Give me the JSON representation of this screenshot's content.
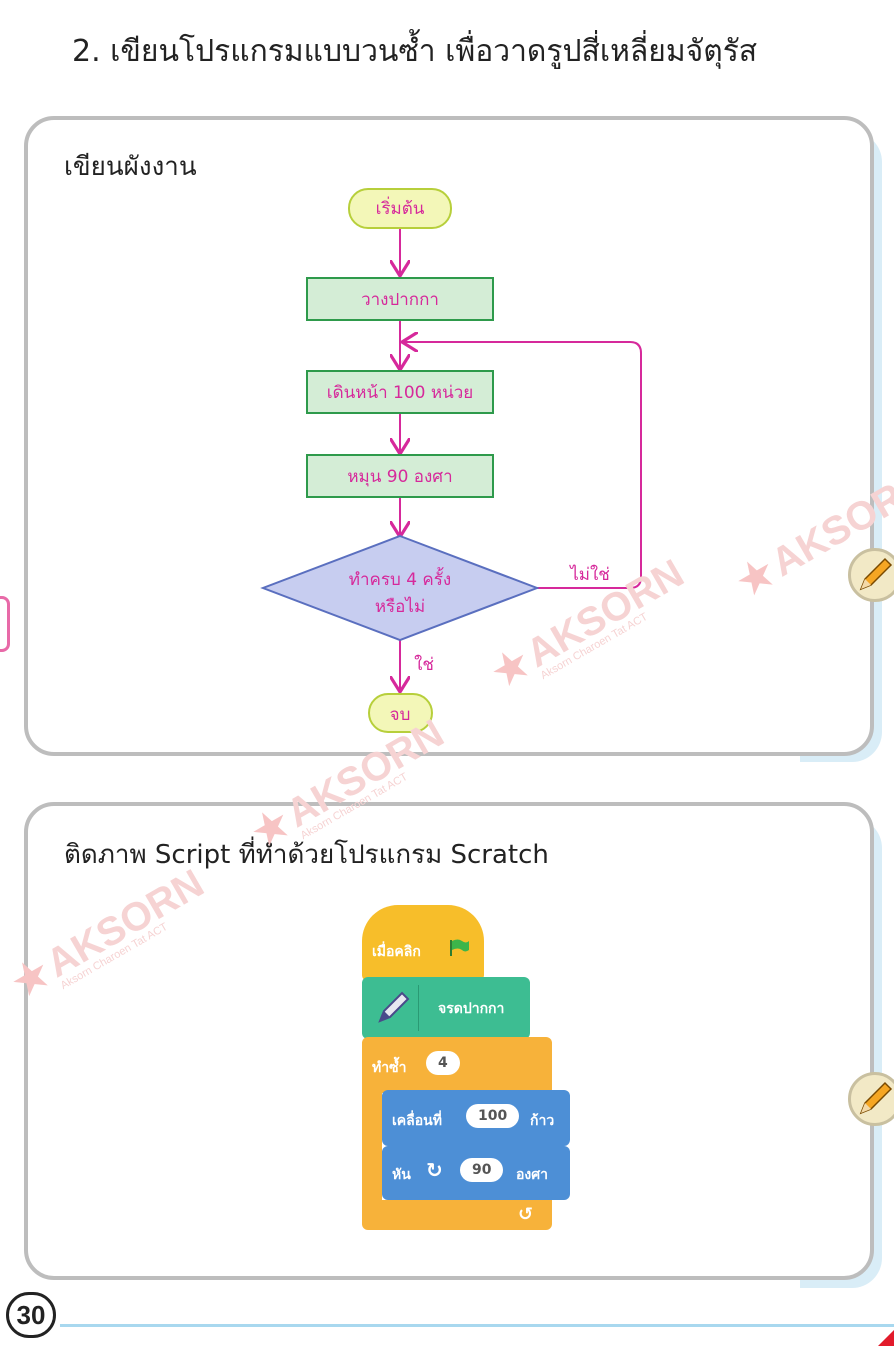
{
  "heading": "2.  เขียนโปรแกรมแบบวนซ้ำ เพื่อวาดรูปสี่เหลี่ยมจัตุรัส",
  "flowchart_panel": {
    "title": "เขียนผังงาน",
    "start": "เริ่มต้น",
    "step1": "วางปากกา",
    "step2": "เดินหน้า 100 หน่วย",
    "step3": "หมุน 90 องศา",
    "decision_line1": "ทำครบ 4 ครั้ง",
    "decision_line2": "หรือไม่",
    "no_label": "ไม่ใช่",
    "yes_label": "ใช่",
    "end": "จบ"
  },
  "scratch_panel": {
    "title": "ติดภาพ Script ที่ทำด้วยโปรแกรม Scratch",
    "when_clicked": "เมื่อคลิก",
    "pen_down": "จรดปากกา",
    "repeat": "ทำซ้ำ",
    "repeat_count": "4",
    "move": "เคลื่อนที่",
    "move_steps": "100",
    "move_unit": "ก้าว",
    "turn": "หัน",
    "turn_degrees": "90",
    "turn_unit": "องศา"
  },
  "watermark": {
    "brand": "AKSORN",
    "sub": "Aksorn Charoen Tat ACT"
  },
  "page_number": "30",
  "colors": {
    "flow_line": "#d6299b",
    "process_fill": "#d4edd6",
    "process_border": "#2e9a4b",
    "terminal_fill": "#f3f7b8",
    "terminal_border": "#b7cf3b",
    "decision_fill": "#c7cdf0",
    "decision_border": "#5a6fbf",
    "scratch_event": "#f7be2a",
    "scratch_pen": "#3dbd92",
    "scratch_control": "#f7b23a",
    "scratch_motion": "#4d8fd6"
  }
}
